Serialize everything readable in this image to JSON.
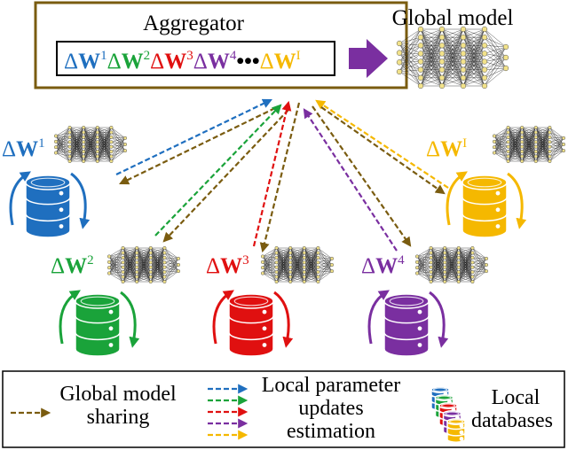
{
  "aggregator": {
    "title": "Aggregator",
    "updates": [
      {
        "delta": "Δ",
        "w": "W",
        "sup": "1",
        "color": "#1f6fbf"
      },
      {
        "delta": "Δ",
        "w": "W",
        "sup": "2",
        "color": "#1aa33a"
      },
      {
        "delta": "Δ",
        "w": "W",
        "sup": "3",
        "color": "#e01010"
      },
      {
        "delta": "Δ",
        "w": "W",
        "sup": "4",
        "color": "#7a2fa0"
      },
      {
        "delta": "Δ",
        "w": "W",
        "sup": "I",
        "color": "#f5b800"
      }
    ],
    "ellipsis": "•••"
  },
  "global_model": {
    "label": "Global model"
  },
  "clients": [
    {
      "delta": "Δ",
      "w": "W",
      "sup": "1",
      "color": "#1f6fbf"
    },
    {
      "delta": "Δ",
      "w": "W",
      "sup": "2",
      "color": "#1aa33a"
    },
    {
      "delta": "Δ",
      "w": "W",
      "sup": "3",
      "color": "#e01010"
    },
    {
      "delta": "Δ",
      "w": "W",
      "sup": "4",
      "color": "#7a2fa0"
    },
    {
      "delta": "Δ",
      "w": "W",
      "sup": "I",
      "color": "#f5b800"
    }
  ],
  "legend": {
    "global_sharing": [
      "Global model",
      "sharing"
    ],
    "local_updates": [
      "Local parameter",
      "updates",
      "estimation"
    ],
    "local_db": [
      "Local",
      "databases"
    ]
  },
  "colors": {
    "sharing": "#7a5c10",
    "frame": "#7a5c10",
    "purple_arrow": "#7a2fa0",
    "node": "#f2e28a"
  }
}
